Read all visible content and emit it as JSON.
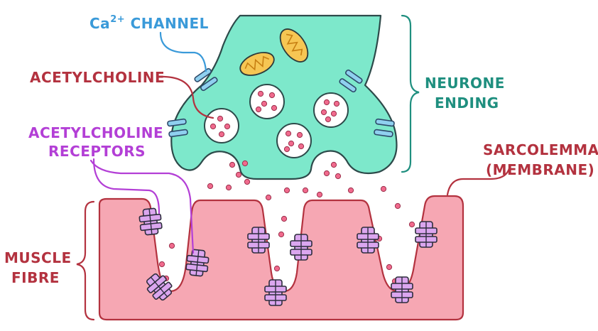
{
  "labels": {
    "ca_channel_main": "Ca",
    "ca_channel_sup": "2+",
    "ca_channel_rest": " CHANNEL",
    "acetylcholine": "ACETYLCHOLINE",
    "receptors_line1": "ACETYLCHOLINE",
    "receptors_line2": "RECEPTORS",
    "neurone_line1": "NEURONE",
    "neurone_line2": "ENDING",
    "sarcolemma_line1": "SARCOLEMMA",
    "sarcolemma_line2": "(MEMBRANE)",
    "muscle_line1": "MUSCLE",
    "muscle_line2": "FIBRE"
  },
  "colors": {
    "neurone_fill": "#7de8cb",
    "outline": "#2d4a4a",
    "muscle_fill": "#f6a7b3",
    "muscle_outline": "#b3323f",
    "receptor": "#dba6ef",
    "channel": "#8fd0ef",
    "dot": "#f06a8d",
    "mito": "#f6c653",
    "label_blue": "#3a9ad9",
    "label_red": "#b3323f",
    "label_purple": "#b33fd6",
    "label_teal": "#1f8f7f"
  },
  "icons": [
    "mitochondrion-icon",
    "vesicle-icon",
    "receptor-icon",
    "channel-icon"
  ]
}
